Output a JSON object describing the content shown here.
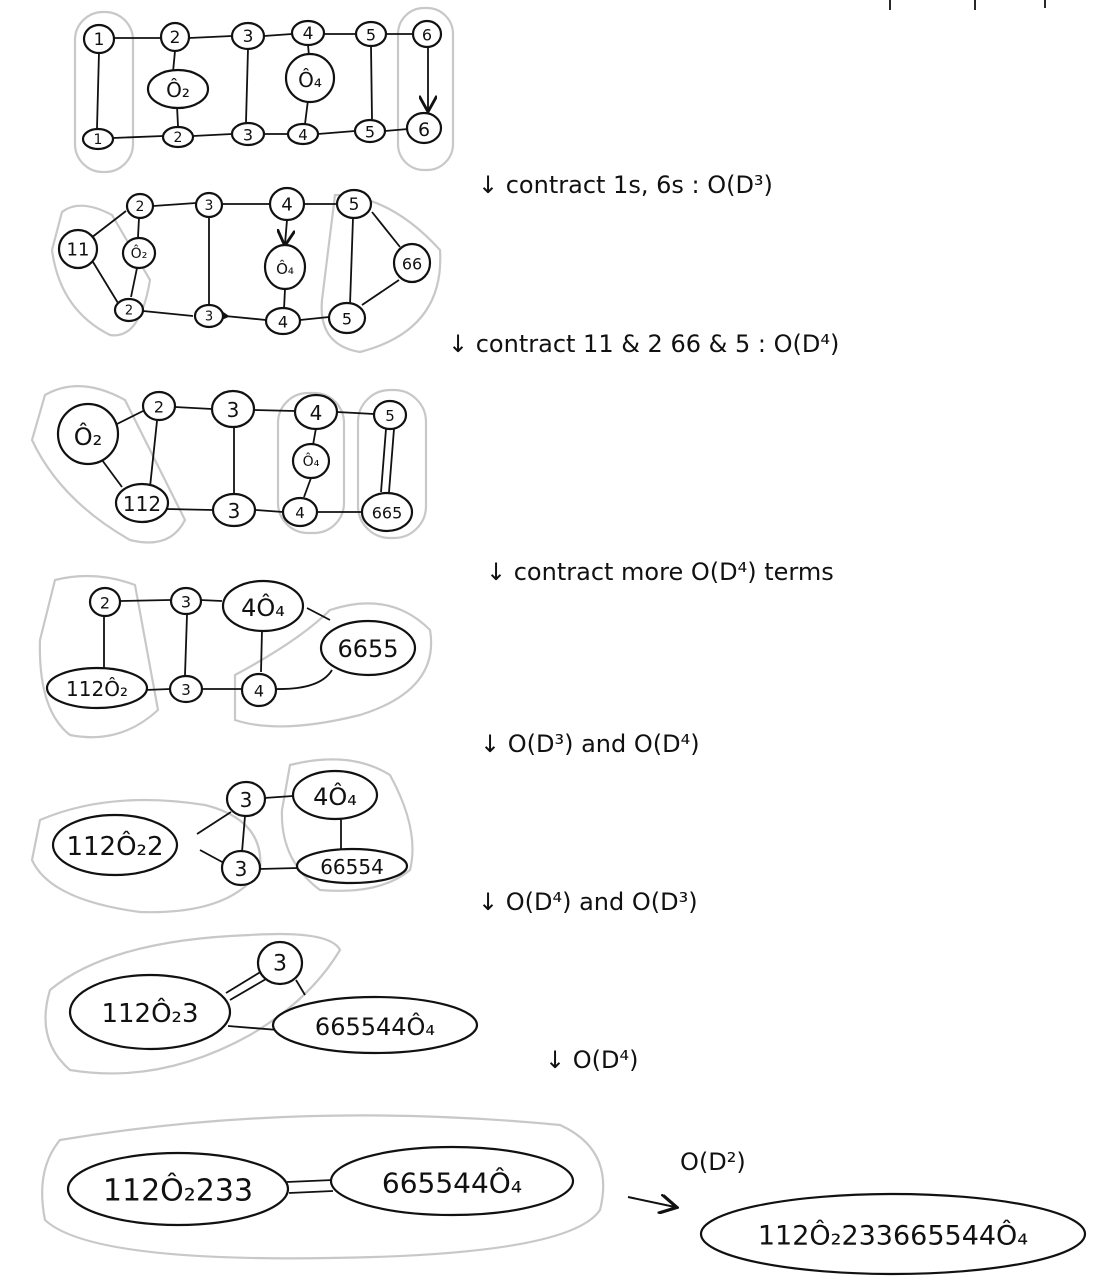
{
  "colors": {
    "ink": "#111111",
    "hull": "#c8c8c8",
    "paper": "#ffffff"
  },
  "steps": [
    {
      "nodes": [
        {
          "id": "s1a1",
          "label": "1"
        },
        {
          "id": "s1a2",
          "label": "2"
        },
        {
          "id": "s1a3",
          "label": "3"
        },
        {
          "id": "s1a4",
          "label": "4"
        },
        {
          "id": "s1a5",
          "label": "5"
        },
        {
          "id": "s1a6",
          "label": "6"
        },
        {
          "id": "s1o2",
          "label": "Ô₂"
        },
        {
          "id": "s1o4",
          "label": "Ô₄"
        },
        {
          "id": "s1b1",
          "label": "1"
        },
        {
          "id": "s1b2",
          "label": "2"
        },
        {
          "id": "s1b3",
          "label": "3"
        },
        {
          "id": "s1b4",
          "label": "4"
        },
        {
          "id": "s1b5",
          "label": "5"
        },
        {
          "id": "s1b6",
          "label": "6"
        }
      ]
    },
    {
      "annotation": "↓ contract 1s, 6s : O(D³)",
      "nodes": [
        {
          "id": "s2n11",
          "label": "11"
        },
        {
          "id": "s2a2",
          "label": "2"
        },
        {
          "id": "s2a3",
          "label": "3"
        },
        {
          "id": "s2a4",
          "label": "4"
        },
        {
          "id": "s2a5",
          "label": "5"
        },
        {
          "id": "s2n66",
          "label": "66"
        },
        {
          "id": "s2o2",
          "label": "Ô₂"
        },
        {
          "id": "s2o4",
          "label": "Ô₄"
        },
        {
          "id": "s2b2",
          "label": "2"
        },
        {
          "id": "s2b3",
          "label": "3"
        },
        {
          "id": "s2b4",
          "label": "4"
        },
        {
          "id": "s2b5",
          "label": "5"
        }
      ]
    },
    {
      "annotation": "↓ contract 11 & 2   66 & 5   : O(D⁴)",
      "nodes": [
        {
          "id": "s3o2",
          "label": "Ô₂"
        },
        {
          "id": "s3a2",
          "label": "2"
        },
        {
          "id": "s3a3",
          "label": "3"
        },
        {
          "id": "s3a4",
          "label": "4"
        },
        {
          "id": "s3a5",
          "label": "5"
        },
        {
          "id": "s3o4",
          "label": "Ô₄"
        },
        {
          "id": "s3n112",
          "label": "112"
        },
        {
          "id": "s3b3",
          "label": "3"
        },
        {
          "id": "s3b4",
          "label": "4"
        },
        {
          "id": "s3n665",
          "label": "665"
        }
      ]
    },
    {
      "annotation": "↓    contract more O(D⁴) terms",
      "nodes": [
        {
          "id": "s4a2",
          "label": "2"
        },
        {
          "id": "s4a3",
          "label": "3"
        },
        {
          "id": "s4n4o4",
          "label": "4Ô₄"
        },
        {
          "id": "s4n6655",
          "label": "6655"
        },
        {
          "id": "s4n112o2",
          "label": "112Ô₂"
        },
        {
          "id": "s4b3",
          "label": "3"
        },
        {
          "id": "s4b4",
          "label": "4"
        }
      ]
    },
    {
      "annotation": "↓ O(D³)  and  O(D⁴)",
      "nodes": [
        {
          "id": "s5n112o22",
          "label": "112Ô₂2"
        },
        {
          "id": "s5a3",
          "label": "3"
        },
        {
          "id": "s5b3",
          "label": "3"
        },
        {
          "id": "s5n4o4",
          "label": "4Ô₄"
        },
        {
          "id": "s5n66554",
          "label": "66554"
        }
      ]
    },
    {
      "annotation": "↓ O(D⁴)  and  O(D³)",
      "nodes": [
        {
          "id": "s6n112o23",
          "label": "112Ô₂3"
        },
        {
          "id": "s6a3",
          "label": "3"
        },
        {
          "id": "s6n665544o4",
          "label": "665544Ô₄"
        }
      ]
    },
    {
      "annotation": "↓  O(D⁴)",
      "nodes": [
        {
          "id": "s7n112o2233",
          "label": "112Ô₂233"
        },
        {
          "id": "s7n665544o4",
          "label": "665544Ô₄"
        }
      ]
    },
    {
      "annotation": "O(D²)",
      "nodes": [
        {
          "id": "s8final",
          "label": "112Ô₂233665544Ô₄"
        }
      ]
    }
  ]
}
